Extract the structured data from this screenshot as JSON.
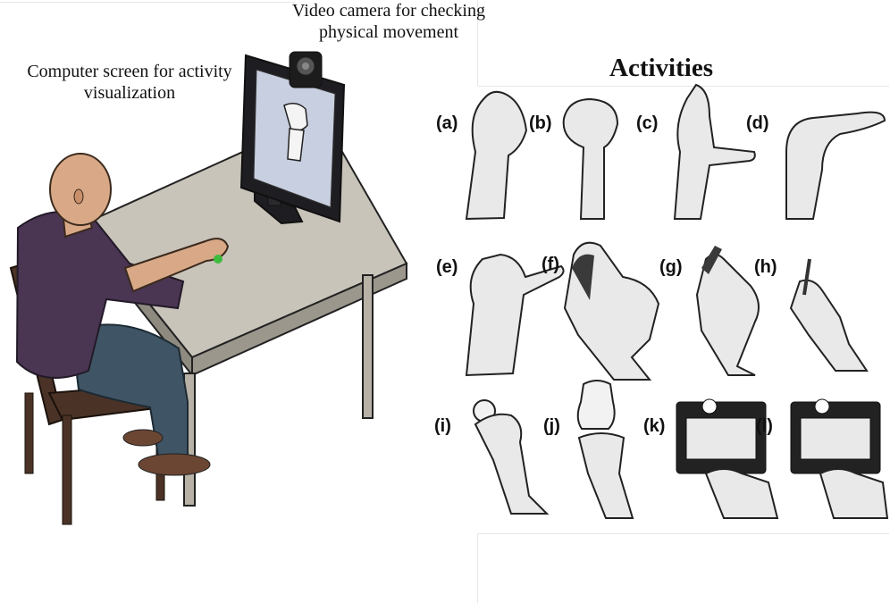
{
  "labels": {
    "camera": "Video camera for checking physical movement",
    "screen": "Computer screen for activity visualization",
    "activities_title": "Activities"
  },
  "activities": [
    "(a)",
    "(b)",
    "(c)",
    "(d)",
    "(e)",
    "(f)",
    "(g)",
    "(h)",
    "(i)",
    "(j)",
    "(k)",
    "(l)"
  ],
  "colors": {
    "shirt": "#4a3553",
    "jeans": "#3f5566",
    "skin": "#d9a987",
    "table_top": "#c9c4ba",
    "table_edge": "#9c978d",
    "chair": "#4a3326",
    "monitor": "#1e1e22",
    "screen_bg": "#c8cfe0"
  }
}
